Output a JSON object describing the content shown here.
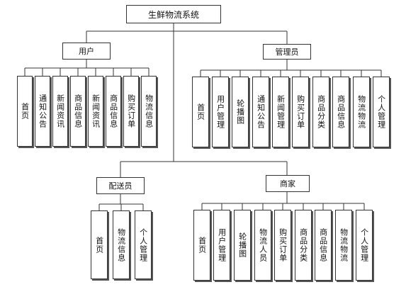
{
  "diagram": {
    "root": "生鲜物流系统",
    "groups": [
      {
        "name": "用户",
        "items": [
          "首页",
          "通知公告",
          "新闻资讯",
          "商品信息",
          "新闻资讯",
          "商品信息",
          "购买订单",
          "物流信息"
        ]
      },
      {
        "name": "管理员",
        "items": [
          "首页",
          "用户管理",
          "轮播图",
          "通知公告",
          "新闻管理",
          "购买订单",
          "商品分类",
          "商品信息",
          "物流物流",
          "个人管理"
        ]
      },
      {
        "name": "配送员",
        "items": [
          "首页",
          "物流信息",
          "个人管理"
        ]
      },
      {
        "name": "商家",
        "items": [
          "首页",
          "用户管理",
          "轮播图",
          "物流人员",
          "购买订单",
          "商品分类",
          "商品信息",
          "物流物流",
          "个人管理"
        ]
      }
    ]
  }
}
